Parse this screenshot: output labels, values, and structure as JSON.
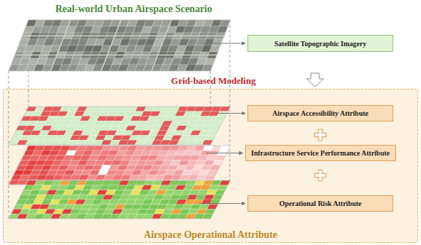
{
  "diagram": {
    "title": "Real-world Urban Airspace Scenario",
    "nodes": [
      {
        "text": [
          "Satellite Topographic Imagery"
        ]
      },
      {
        "text": [
          "Airspace Operational Attribute"
        ]
      },
      {
        "text": [
          "Airspace Accessibility Attribute"
        ],
        "in": 1
      },
      {
        "text": [
          "Infrastructure Service Performance Attribute"
        ],
        "in": 1
      },
      {
        "text": [
          "Operational Risk Attribute"
        ],
        "in": 1
      }
    ],
    "labels": [
      "Grid-based Modeling"
    ]
  }
}
